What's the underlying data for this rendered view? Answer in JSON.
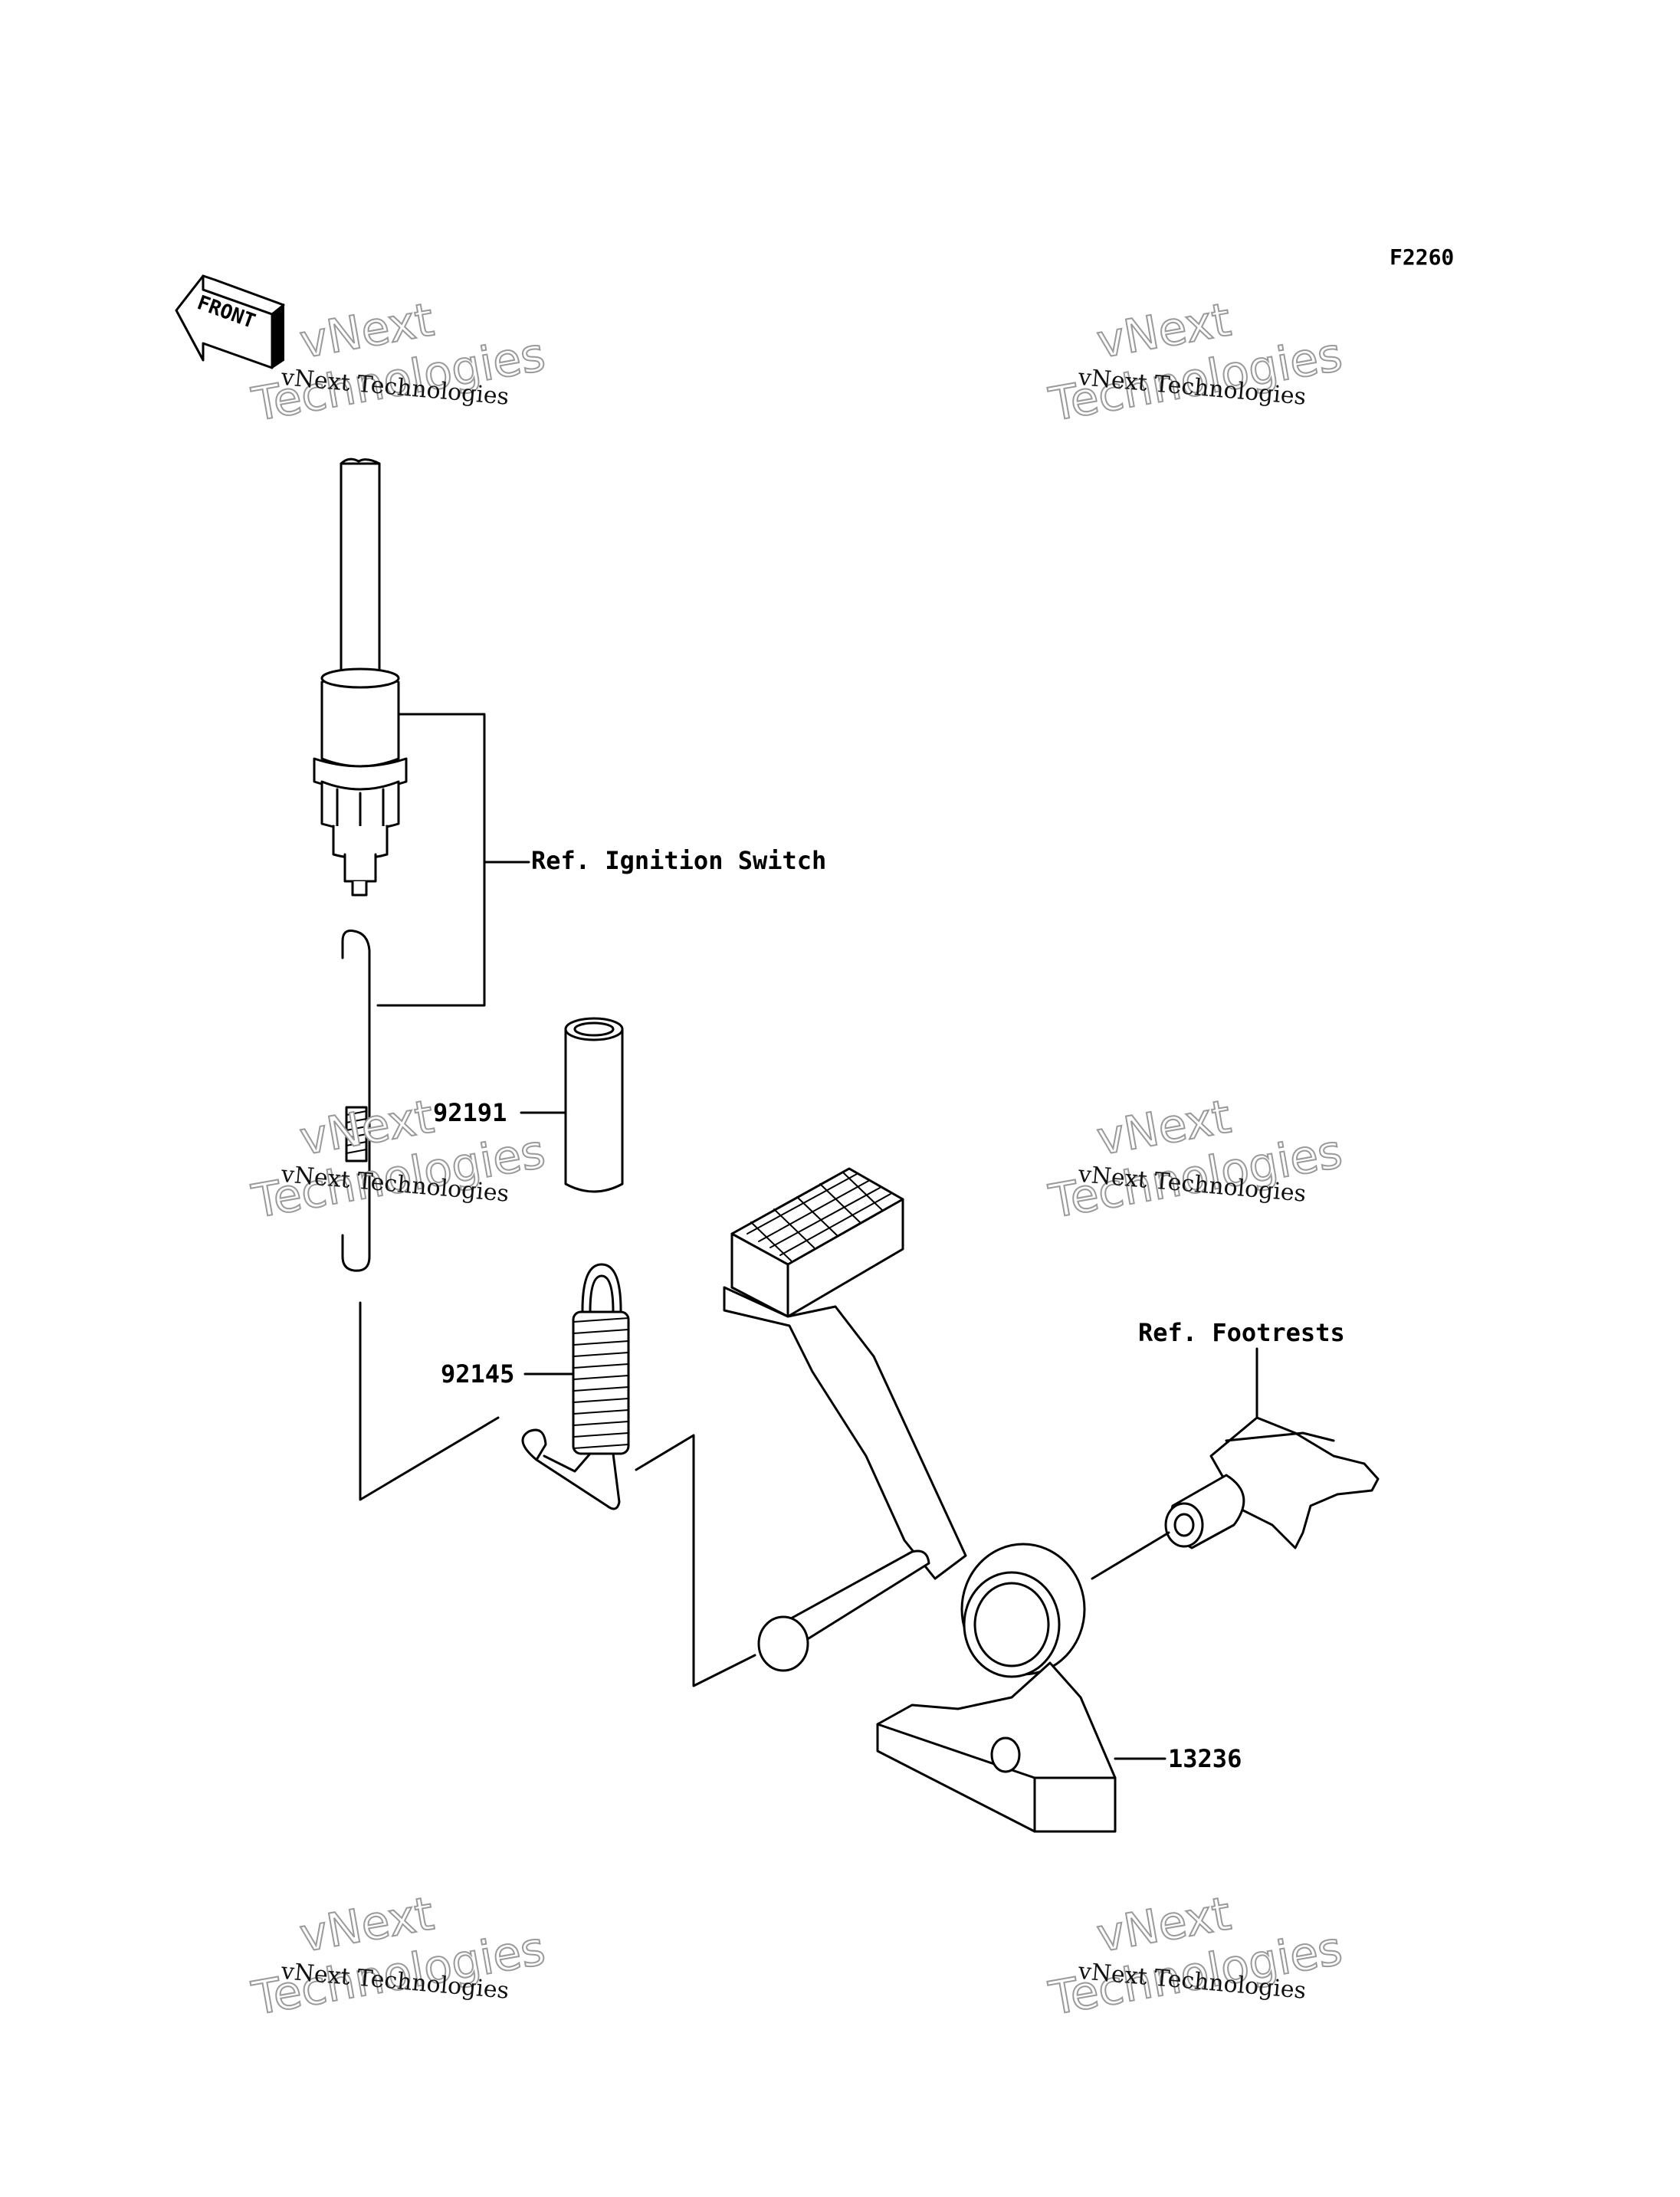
{
  "diagram": {
    "figure_code": "F2260",
    "front_marker": "FRONT",
    "callouts": [
      {
        "id": "ignition",
        "text": "Ref. Ignition Switch"
      },
      {
        "id": "p92191",
        "text": "92191"
      },
      {
        "id": "p92145",
        "text": "92145"
      },
      {
        "id": "footrests",
        "text": "Ref. Footrests"
      },
      {
        "id": "p13236",
        "text": "13236"
      }
    ]
  },
  "watermarks": [
    {
      "line1": "vNext Technologies",
      "line2": "vNext",
      "line3": "Technologies"
    },
    {
      "line1": "vNext Technologies",
      "line2": "vNext",
      "line3": "Technologies"
    },
    {
      "line1": "vNext Technologies",
      "line2": "vNext",
      "line3": "Technologies"
    },
    {
      "line1": "vNext Technologies",
      "line2": "vNext",
      "line3": "Technologies"
    },
    {
      "line1": "vNext Technologies",
      "line2": "vNext",
      "line3": "Technologies"
    },
    {
      "line1": "vNext Technologies",
      "line2": "vNext",
      "line3": "Technologies"
    }
  ]
}
